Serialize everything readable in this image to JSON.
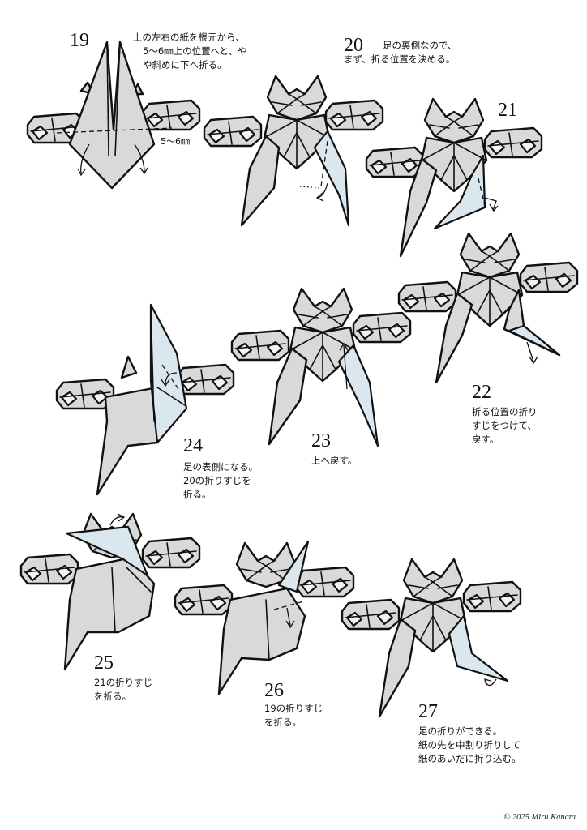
{
  "steps": [
    {
      "number": "19",
      "lines": [
        "上の左右の紙を根元から、",
        "5〜6㎜上の位置へと、や",
        "や斜めに下へ折る。"
      ],
      "annotation": "5〜6㎜"
    },
    {
      "number": "20",
      "lines": [
        "足の裏側なので、",
        "まず、折る位置を決める。"
      ]
    },
    {
      "number": "21",
      "lines": []
    },
    {
      "number": "22",
      "lines": [
        "折る位置の折り",
        "すじをつけて、",
        "戻す。"
      ]
    },
    {
      "number": "23",
      "lines": [
        "上へ戻す。"
      ]
    },
    {
      "number": "24",
      "lines": [
        "足の表側になる。",
        "20の折りすじを",
        "折る。"
      ]
    },
    {
      "number": "25",
      "lines": [
        "21の折りすじ",
        "を折る。"
      ]
    },
    {
      "number": "26",
      "lines": [
        "19の折りすじ",
        "を折る。"
      ]
    },
    {
      "number": "27",
      "lines": [
        "足の折りができる。",
        "紙の先を中割り折りして",
        "紙のあいだに折り込む。"
      ]
    }
  ],
  "copyright": "© 2025 Miru Kanata"
}
